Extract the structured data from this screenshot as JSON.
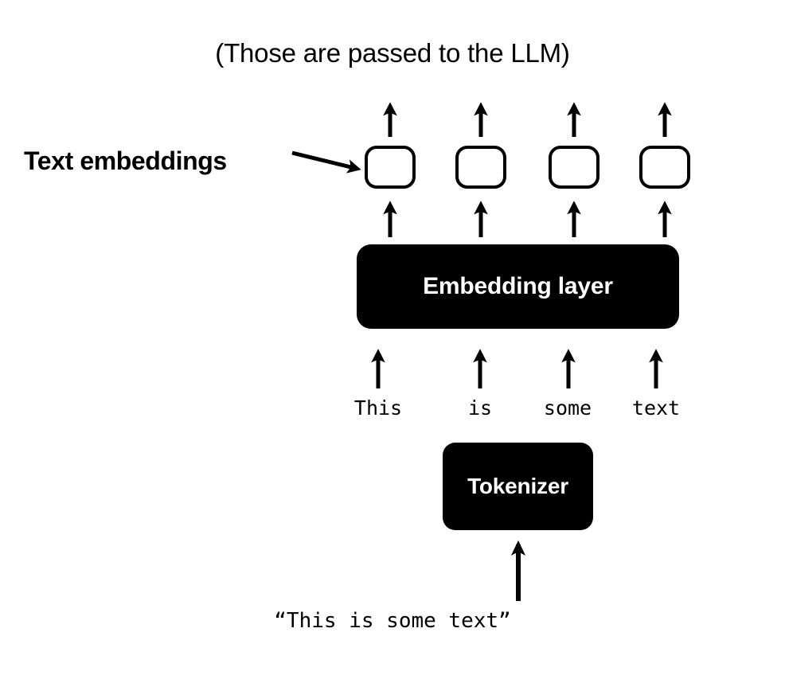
{
  "diagram": {
    "title": "(Those are passed to the LLM)",
    "annotation_label": "Text embeddings",
    "embedding_layer_label": "Embedding layer",
    "tokenizer_label": "Tokenizer",
    "input_string": "“This is some text”",
    "tokens": [
      {
        "text": "This"
      },
      {
        "text": "is"
      },
      {
        "text": "some"
      },
      {
        "text": "text"
      }
    ],
    "embedding_boxes": [
      {
        "id": "embedding-box-1"
      },
      {
        "id": "embedding-box-2"
      },
      {
        "id": "embedding-box-3"
      },
      {
        "id": "embedding-box-4"
      }
    ],
    "colors": {
      "background": "#ffffff",
      "foreground": "#000000",
      "block_fill": "#000000",
      "block_text": "#ffffff"
    },
    "icons": {
      "output_arrow": "arrow-up-icon",
      "embedding_arrow": "arrow-up-icon",
      "token_arrow": "arrow-up-icon",
      "input_arrow": "arrow-up-icon",
      "annotation_arrow": "arrow-right-icon"
    }
  }
}
